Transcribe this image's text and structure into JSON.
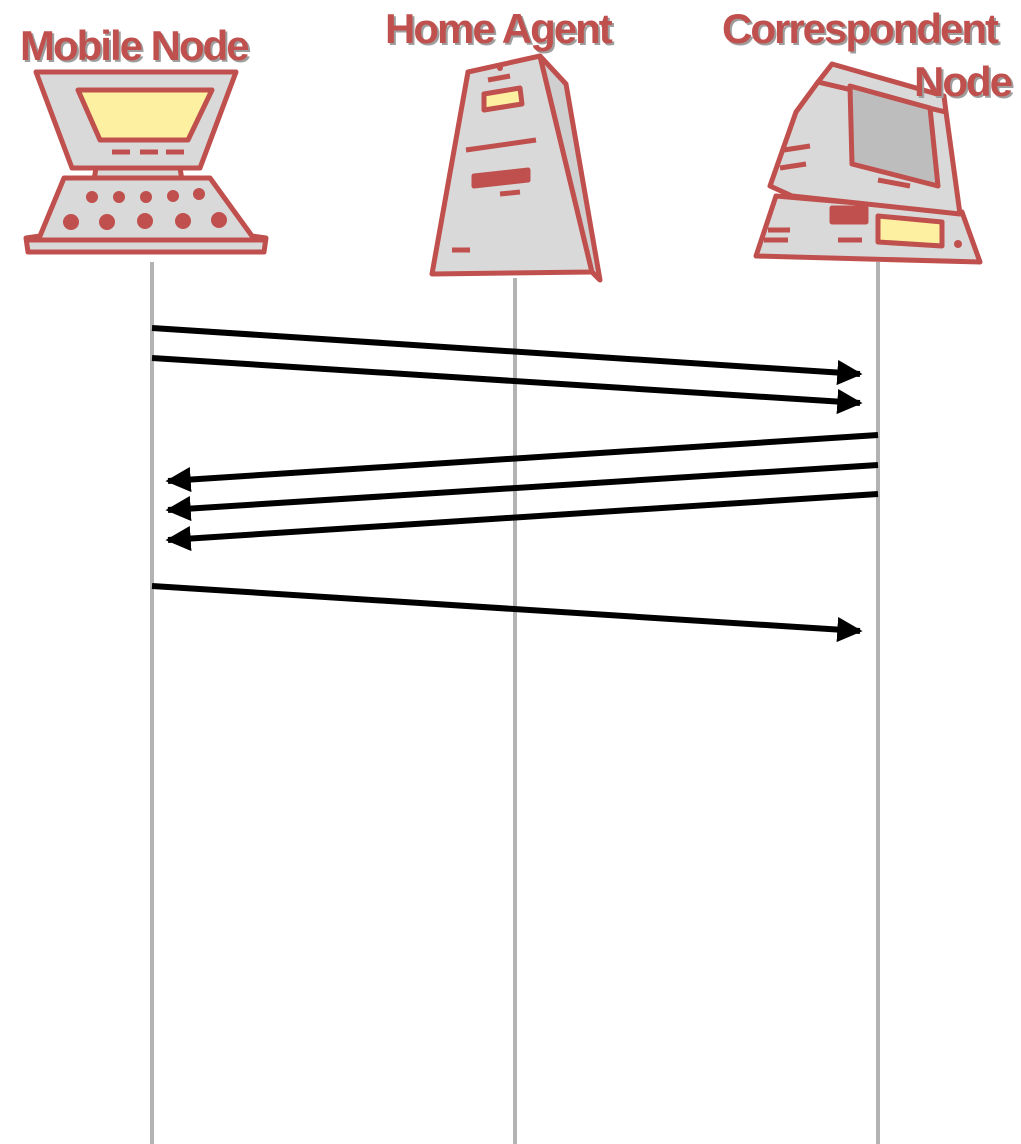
{
  "nodes": {
    "mobile": {
      "label": "Mobile Node"
    },
    "home": {
      "label": "Home Agent"
    },
    "correspondent": {
      "label_line1": "Correspondent",
      "label_line2": "Node"
    }
  },
  "colors": {
    "outline": "#c0504d",
    "label": "#c0504d",
    "label_shadow": "#9e9e9e",
    "device_body": "#d9d9d9",
    "screen": "#fdf0a0",
    "lifeline": "#b3b3b3",
    "arrow": "#000000"
  },
  "messages": [
    {
      "from": "mobile",
      "to": "correspondent"
    },
    {
      "from": "mobile",
      "to": "correspondent"
    },
    {
      "from": "correspondent",
      "to": "mobile"
    },
    {
      "from": "correspondent",
      "to": "mobile"
    },
    {
      "from": "correspondent",
      "to": "mobile"
    },
    {
      "from": "mobile",
      "to": "correspondent"
    }
  ]
}
